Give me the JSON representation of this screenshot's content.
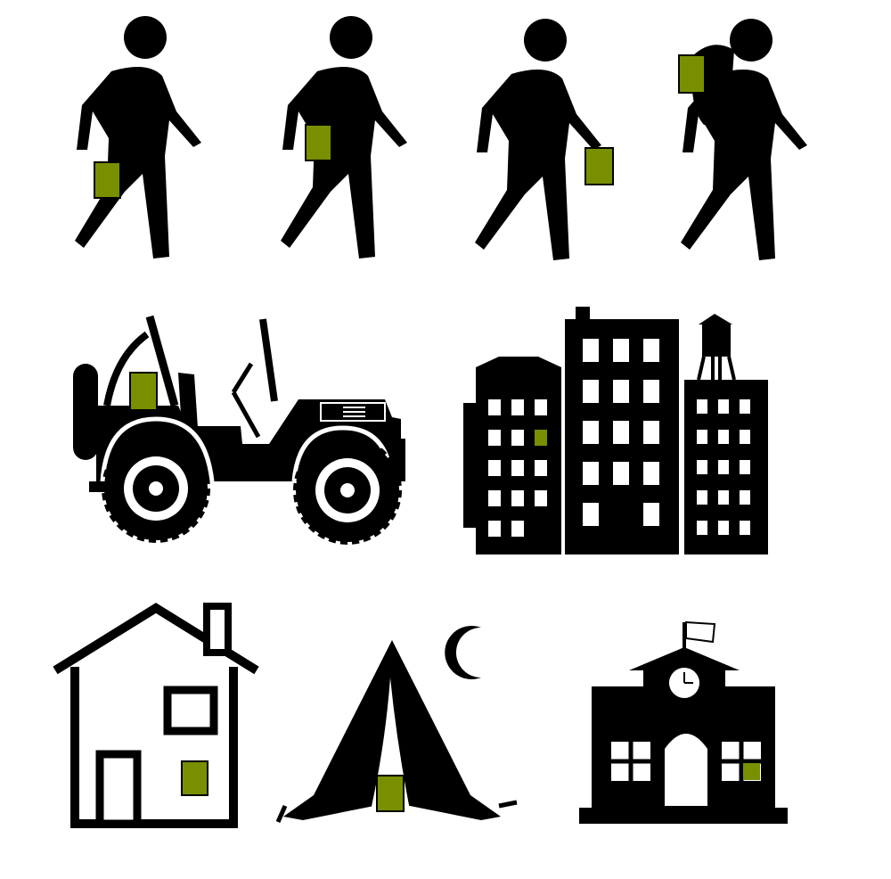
{
  "palette": {
    "ink": "#000000",
    "paper": "#ffffff",
    "accent": "#7a8f00",
    "tire_gray": "#333333"
  },
  "icons": [
    {
      "name": "walking-person-icon",
      "marker": "book-at-waist-front"
    },
    {
      "name": "walking-person-icon",
      "marker": "book-at-hip"
    },
    {
      "name": "walking-person-icon",
      "marker": "book-in-hand"
    },
    {
      "name": "backpacker-icon",
      "marker": "book-on-backpack"
    },
    {
      "name": "jeep-icon",
      "marker": "book-on-seat"
    },
    {
      "name": "city-buildings-icon",
      "marker": "lit-window"
    },
    {
      "name": "house-icon",
      "marker": "book-on-wall"
    },
    {
      "name": "tent-icon",
      "marker": "book-in-doorway"
    },
    {
      "name": "crescent-moon-icon",
      "marker": "none"
    },
    {
      "name": "school-building-icon",
      "marker": "lit-window"
    }
  ]
}
